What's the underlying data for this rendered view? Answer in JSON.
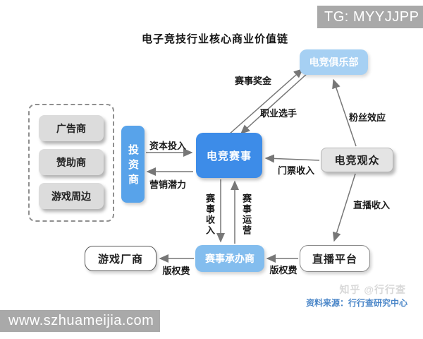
{
  "badges": {
    "tg": "TG: MYYJJPP",
    "site": "www.szhuameijia.com"
  },
  "title": "电子竞技行业核心商业价值链",
  "nodes": {
    "club": {
      "label": "电竞俱乐部"
    },
    "event": {
      "label": "电竞赛事"
    },
    "audience": {
      "label": "电竞观众"
    },
    "investor": {
      "label": "投资商"
    },
    "advertiser": {
      "label": "广告商"
    },
    "sponsor": {
      "label": "赞助商"
    },
    "merch": {
      "label": "游戏周边"
    },
    "game_maker": {
      "label": "游戏厂商"
    },
    "organizer": {
      "label": "赛事承办商"
    },
    "stream_platform": {
      "label": "直播平台"
    }
  },
  "edges": {
    "capital": {
      "label": "资本投入",
      "from": "投资商",
      "to": "电竞赛事"
    },
    "marketing": {
      "label": "营销潜力",
      "from": "电竞赛事",
      "to": "投资商"
    },
    "prize": {
      "label": "赛事奖金",
      "from": "电竞赛事",
      "to": "电竞俱乐部"
    },
    "players": {
      "label": "职业选手",
      "from": "电竞俱乐部",
      "to": "电竞赛事"
    },
    "fans": {
      "label": "粉丝效应",
      "from": "电竞观众",
      "to": "电竞俱乐部"
    },
    "tickets": {
      "label": "门票收入",
      "from": "电竞观众",
      "to": "电竞赛事"
    },
    "stream_income": {
      "label": "直播收入",
      "from": "电竞观众",
      "to": "直播平台"
    },
    "event_income": {
      "label": "赛事收入",
      "from": "电竞赛事",
      "to": "赛事承办商"
    },
    "event_ops": {
      "label": "赛事运营",
      "from": "赛事承办商",
      "to": "电竞赛事"
    },
    "license_fee_left": {
      "label": "版权费",
      "from": "赛事承办商",
      "to": "游戏厂商"
    },
    "license_fee_right": {
      "label": "版权费",
      "from": "直播平台",
      "to": "赛事承办商"
    }
  },
  "watermarks": {
    "zhihu": "知乎 @行行查",
    "source": "资料来源：行行查研究中心"
  },
  "colors": {
    "node_blue_strong": "#3d8ce8",
    "node_blue_light": "#83bdee",
    "node_blue_pale": "#a6d0f3",
    "node_gray": "#dcdcdc",
    "badge_gray": "#a9a9a9",
    "arrow": "#777777",
    "source_text": "#4a86c8"
  }
}
